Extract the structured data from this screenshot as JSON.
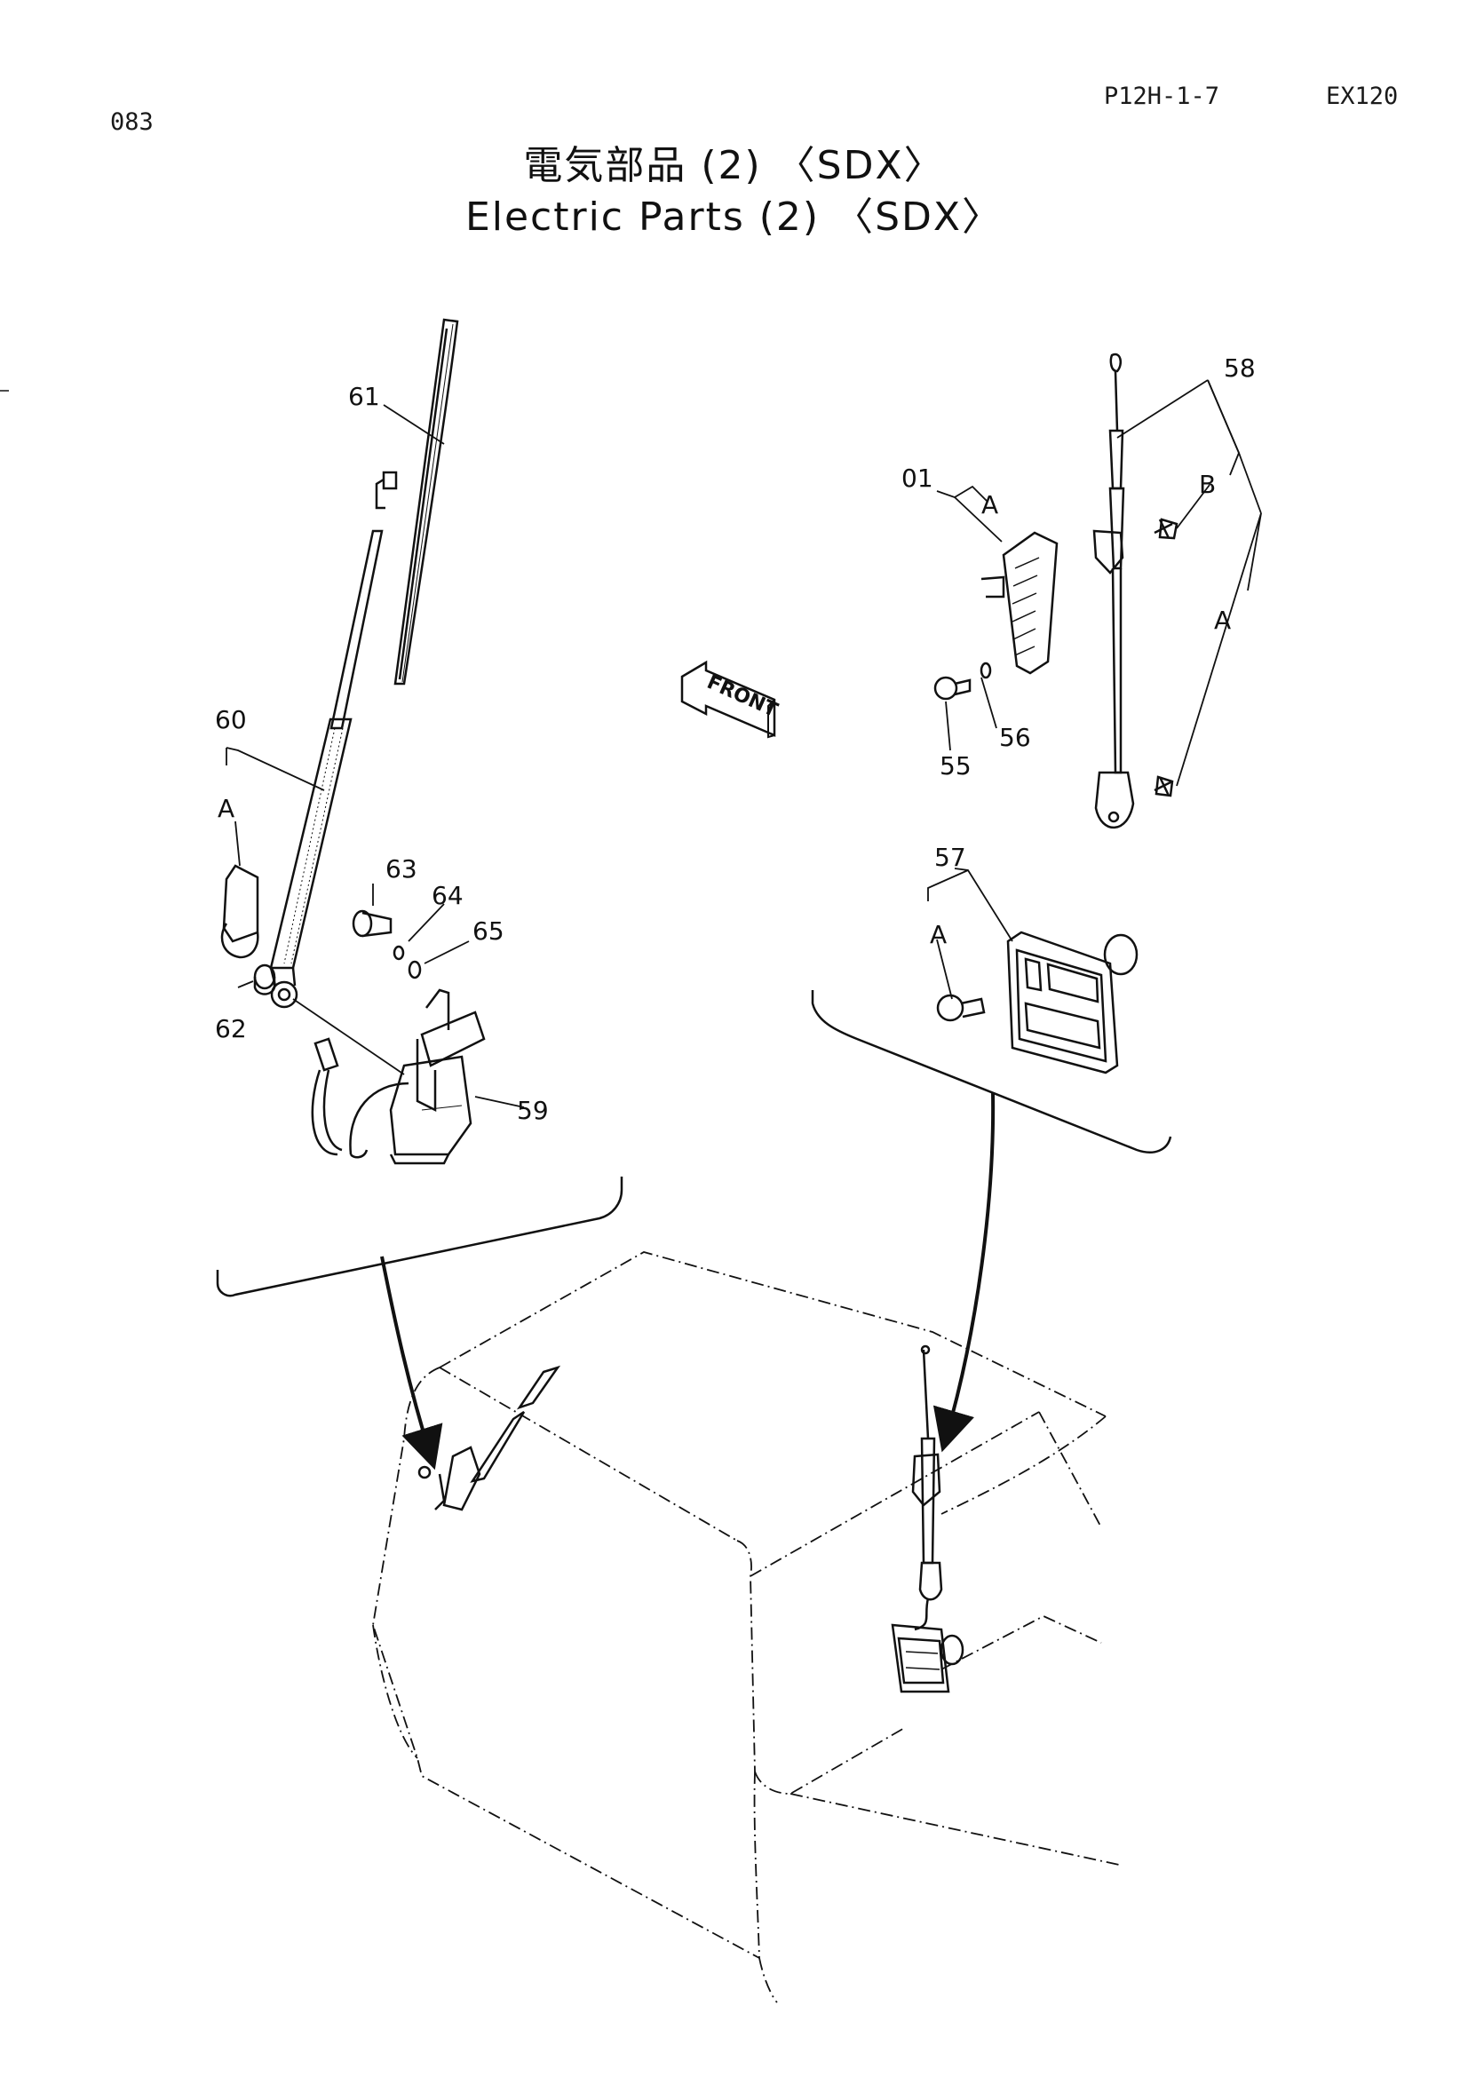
{
  "header": {
    "page_number": "083",
    "ref_code": "P12H-1-7",
    "model": "EX120"
  },
  "title": {
    "japanese": "電気部品 (2) 〈SDX〉",
    "english": "Electric Parts (2) 〈SDX〉"
  },
  "direction_label": "FRONT",
  "callouts": {
    "c01": "01",
    "c55": "55",
    "c56": "56",
    "c57": "57",
    "c58": "58",
    "c59": "59",
    "c60": "60",
    "c61": "61",
    "c62": "62",
    "c63": "63",
    "c64": "64",
    "c65": "65",
    "a_60": "A",
    "a_01": "A",
    "a_58": "A",
    "b_58": "B",
    "a_57": "A"
  },
  "colors": {
    "ink": "#111111",
    "paper": "#ffffff"
  }
}
